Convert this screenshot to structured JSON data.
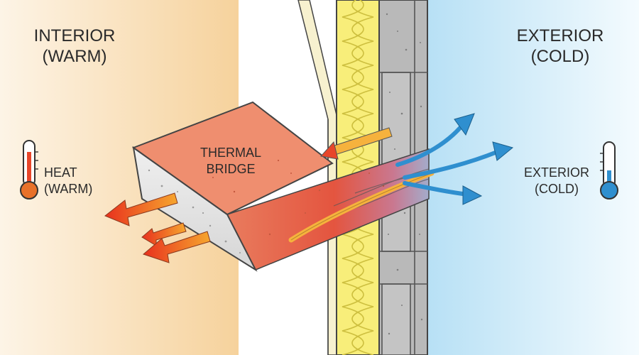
{
  "interior": {
    "line1": "INTERIOR",
    "line2": "(WARM)"
  },
  "exterior": {
    "line1": "EXTERIOR",
    "line2": "(COLD)"
  },
  "heat": {
    "line1": "HEAT",
    "line2": "(WARM)"
  },
  "exterior_small": {
    "line1": "EXTERIOR",
    "line2": "(COLD)"
  },
  "bridge": {
    "line1": "THERMAL",
    "line2": "BRIDGE"
  },
  "colors": {
    "warm": "#f7d7a6",
    "cold": "#bfe4f6",
    "slab_top": "#ef8e6f",
    "insulation": "#f8ee7a",
    "masonry": "#b7b7b7",
    "heat_arrow": "#e8462a",
    "cold_arrow": "#2f8fcf"
  }
}
